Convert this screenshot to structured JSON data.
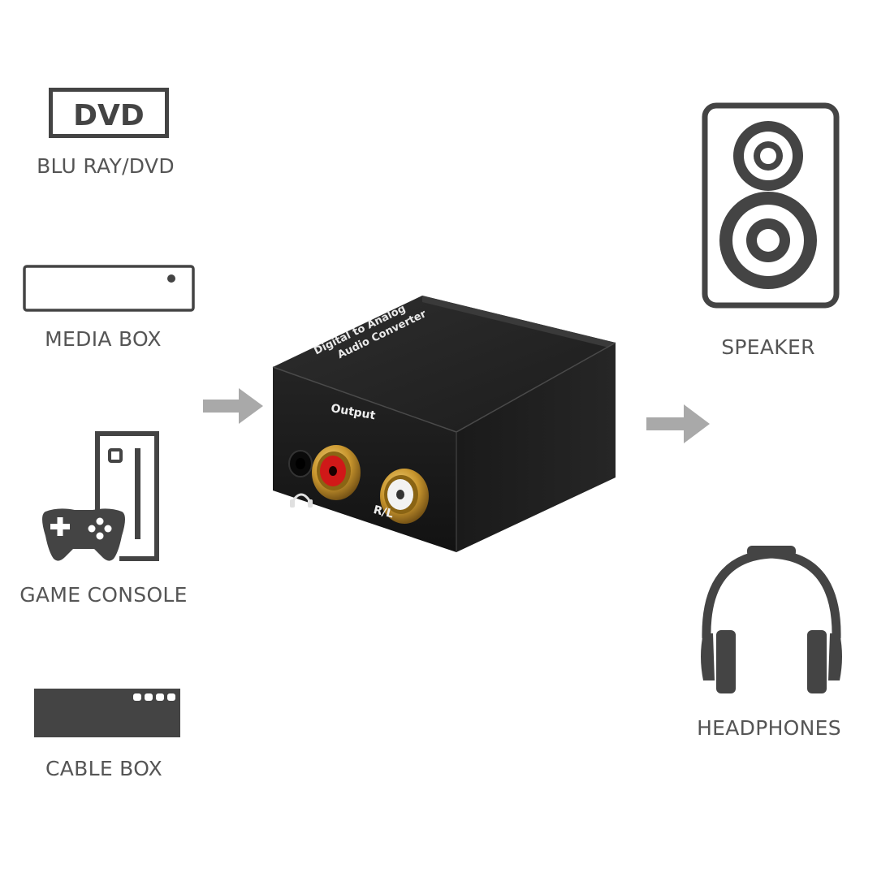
{
  "sources": [
    {
      "id": "dvd",
      "icon": "dvd-logo-icon",
      "icon_text": "DVD",
      "label": "BLU RAY/DVD"
    },
    {
      "id": "media-box",
      "icon": "media-box-icon",
      "label": "MEDIA BOX"
    },
    {
      "id": "game-console",
      "icon": "game-console-icon",
      "label": "GAME CONSOLE"
    },
    {
      "id": "cable-box",
      "icon": "cable-box-icon",
      "label": "CABLE BOX"
    }
  ],
  "outputs": [
    {
      "id": "speaker",
      "icon": "speaker-icon",
      "label": "SPEAKER"
    },
    {
      "id": "headphones",
      "icon": "headphones-icon",
      "label": "HEADPHONES"
    }
  ],
  "device": {
    "top_text_line1": "Digital to Analog",
    "top_text_line2": "Audio Converter",
    "output_label": "Output",
    "rl_label": "R/L"
  },
  "colors": {
    "icon": "#444444",
    "label": "#555555",
    "arrow": "#a9a9a9",
    "device_body": "#1b1b1b",
    "rca_red": "#d01818",
    "rca_white": "#f2f2f2",
    "gold": "#c9962e"
  }
}
